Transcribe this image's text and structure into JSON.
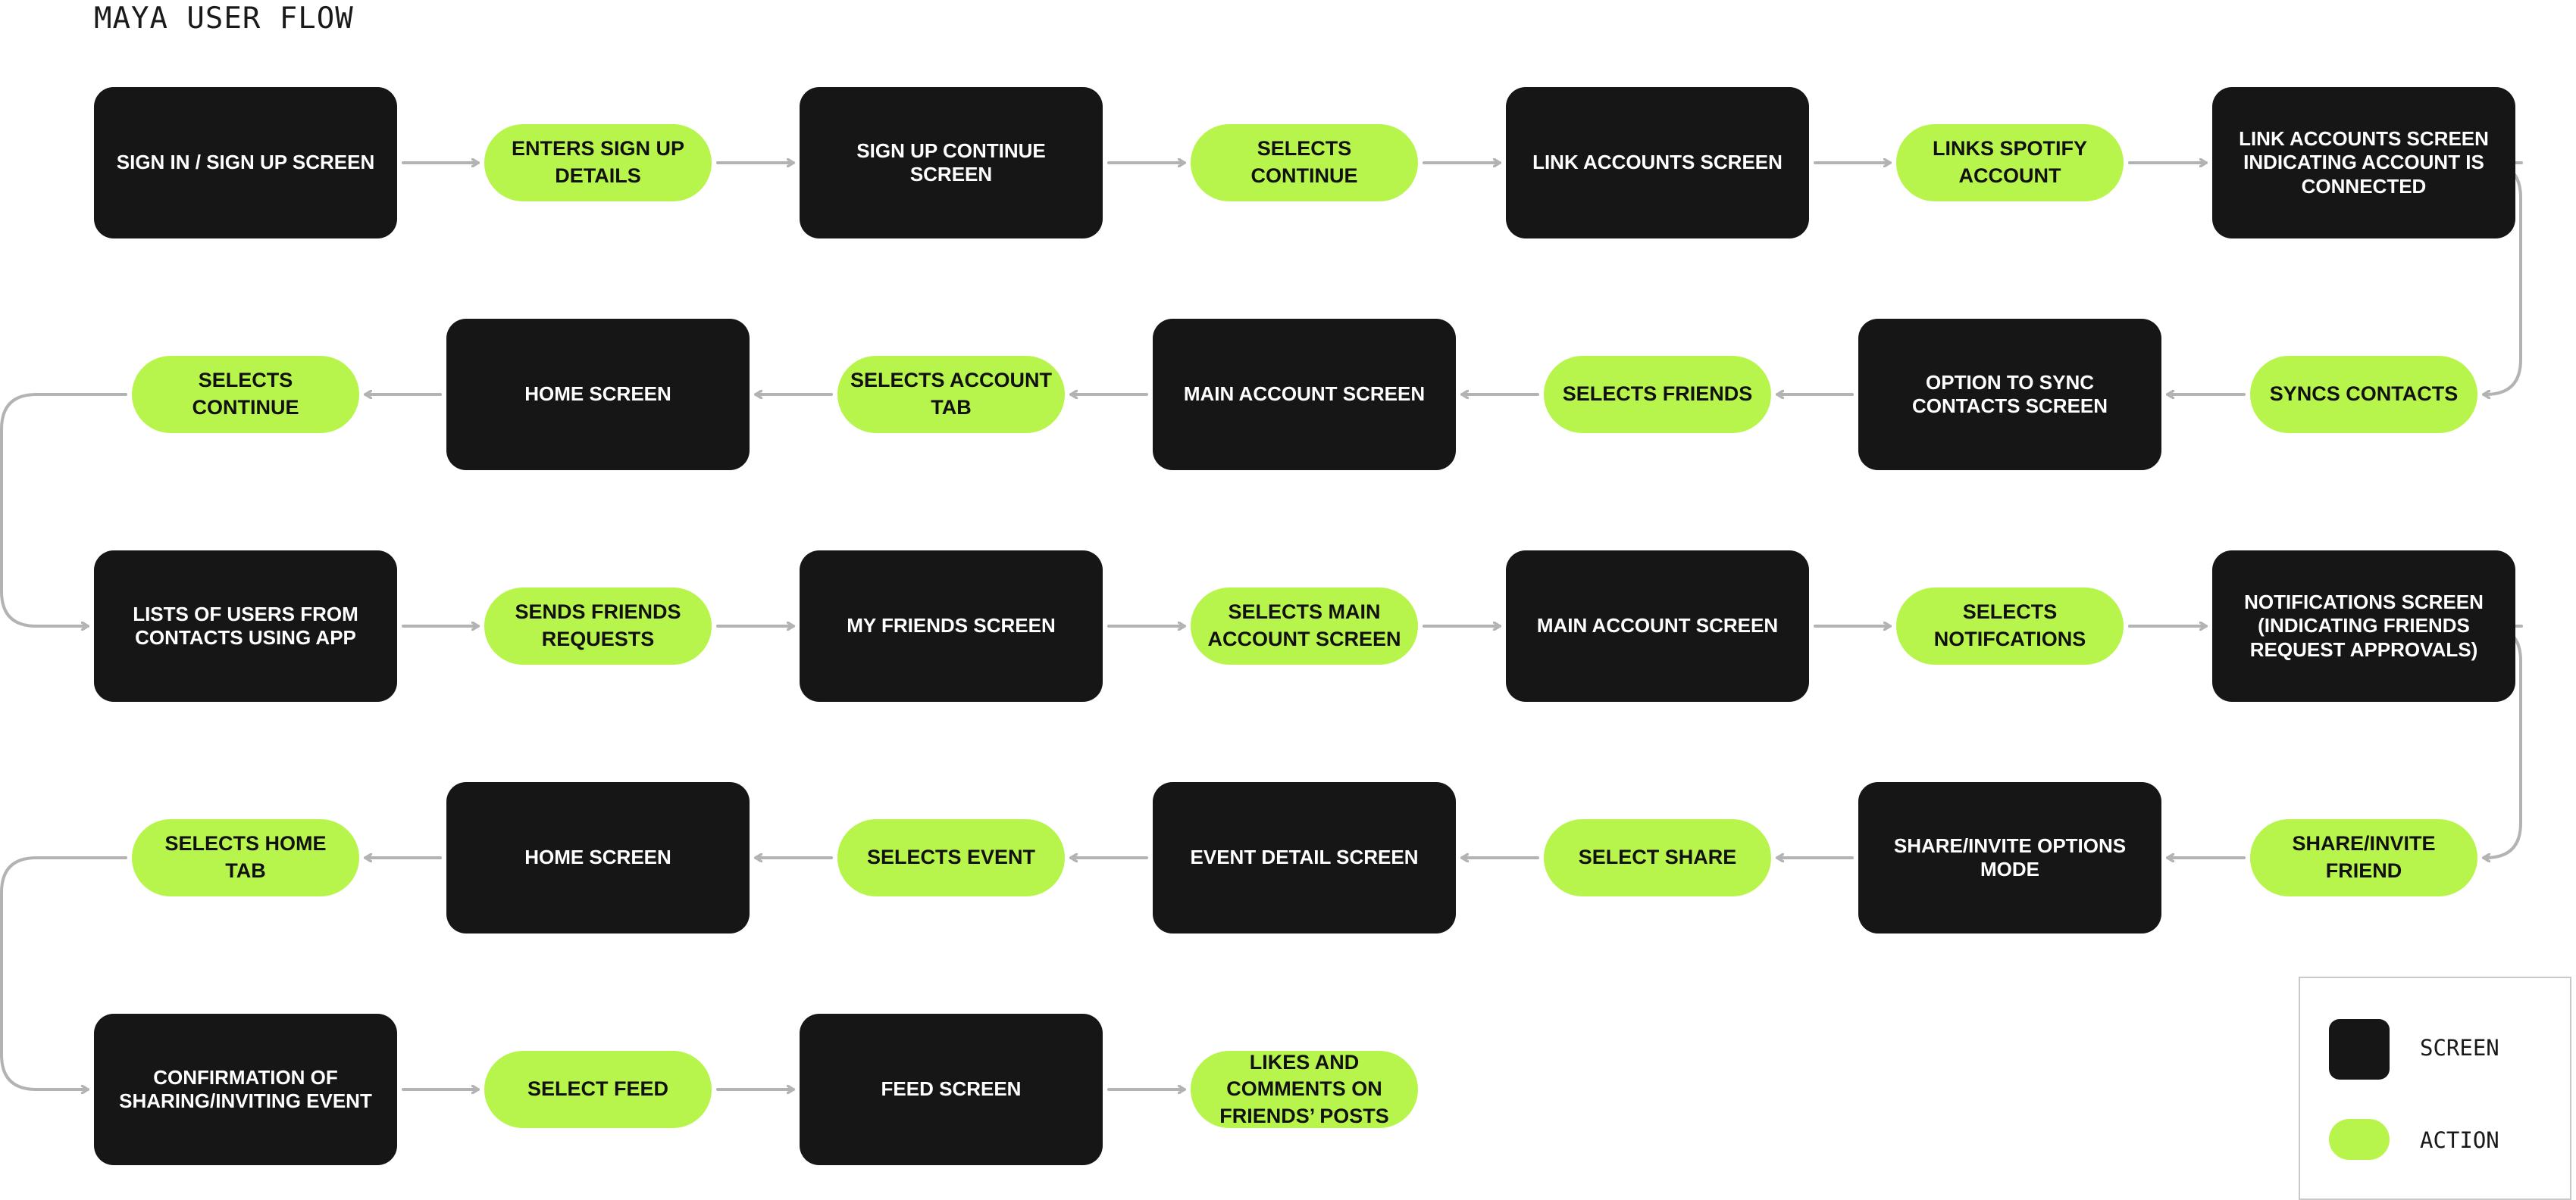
{
  "title": "MAYA USER FLOW",
  "rows": [
    [
      {
        "kind": "screen",
        "label": "SIGN IN / SIGN UP SCREEN"
      },
      {
        "kind": "action",
        "label": "ENTERS SIGN UP DETAILS"
      },
      {
        "kind": "screen",
        "label": "SIGN UP CONTINUE SCREEN"
      },
      {
        "kind": "action",
        "label": "SELECTS CONTINUE"
      },
      {
        "kind": "screen",
        "label": "LINK ACCOUNTS SCREEN"
      },
      {
        "kind": "action",
        "label": "LINKS SPOTIFY ACCOUNT"
      },
      {
        "kind": "screen",
        "label": "LINK ACCOUNTS SCREEN INDICATING ACCOUNT IS CONNECTED"
      }
    ],
    [
      {
        "kind": "action",
        "label": "SYNCS CONTACTS"
      },
      {
        "kind": "screen",
        "label": "OPTION TO SYNC CONTACTS SCREEN"
      },
      {
        "kind": "action",
        "label": "SELECTS FRIENDS"
      },
      {
        "kind": "screen",
        "label": "MAIN ACCOUNT SCREEN"
      },
      {
        "kind": "action",
        "label": "SELECTS ACCOUNT TAB"
      },
      {
        "kind": "screen",
        "label": "HOME SCREEN"
      },
      {
        "kind": "action",
        "label": "SELECTS CONTINUE"
      }
    ],
    [
      {
        "kind": "screen",
        "label": "LISTS OF USERS FROM CONTACTS USING APP"
      },
      {
        "kind": "action",
        "label": "SENDS FRIENDS REQUESTS"
      },
      {
        "kind": "screen",
        "label": "MY FRIENDS SCREEN"
      },
      {
        "kind": "action",
        "label": "SELECTS MAIN ACCOUNT SCREEN"
      },
      {
        "kind": "screen",
        "label": "MAIN ACCOUNT SCREEN"
      },
      {
        "kind": "action",
        "label": "SELECTS NOTIFCATIONS"
      },
      {
        "kind": "screen",
        "label": "NOTIFICATIONS SCREEN (INDICATING FRIENDS REQUEST APPROVALS)"
      }
    ],
    [
      {
        "kind": "action",
        "label": "SHARE/INVITE FRIEND"
      },
      {
        "kind": "screen",
        "label": "SHARE/INVITE OPTIONS MODE"
      },
      {
        "kind": "action",
        "label": "SELECT SHARE"
      },
      {
        "kind": "screen",
        "label": "EVENT DETAIL SCREEN"
      },
      {
        "kind": "action",
        "label": "SELECTS EVENT"
      },
      {
        "kind": "screen",
        "label": "HOME SCREEN"
      },
      {
        "kind": "action",
        "label": "SELECTS HOME TAB"
      }
    ],
    [
      {
        "kind": "screen",
        "label": "CONFIRMATION OF SHARING/INVITING EVENT"
      },
      {
        "kind": "action",
        "label": "SELECT FEED"
      },
      {
        "kind": "screen",
        "label": "FEED SCREEN"
      },
      {
        "kind": "action",
        "label": "LIKES AND COMMENTS ON FRIENDS’ POSTS"
      }
    ]
  ],
  "row_direction": [
    "right",
    "left",
    "right",
    "left",
    "right"
  ],
  "legend": {
    "screen_label": "SCREEN",
    "action_label": "ACTION"
  },
  "colors": {
    "screen": "#161616",
    "action": "#b8f54c",
    "connector": "#b3b3b3"
  }
}
